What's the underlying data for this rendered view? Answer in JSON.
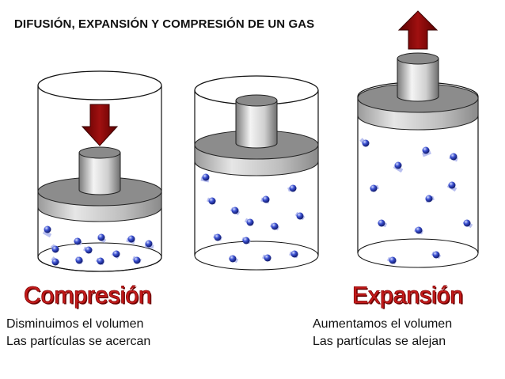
{
  "title": "DIFUSIÓN, EXPANSIÓN Y COMPRESIÓN DE UN GAS",
  "compression": {
    "heading": "Compresión",
    "line1": "Disminuimos el volumen",
    "line2": "Las partículas se acercan"
  },
  "expansion": {
    "heading": "Expansión",
    "line1": "Aumentamos el volumen",
    "line2": "Las partículas se alejan"
  },
  "colors": {
    "heading": "#c21a1a",
    "arrow": "#8b0000",
    "particle": "#2233aa",
    "piston": "#8c8c8c"
  },
  "icons": {
    "compression_arrow": "arrow-down-icon",
    "expansion_arrow": "arrow-up-icon"
  }
}
